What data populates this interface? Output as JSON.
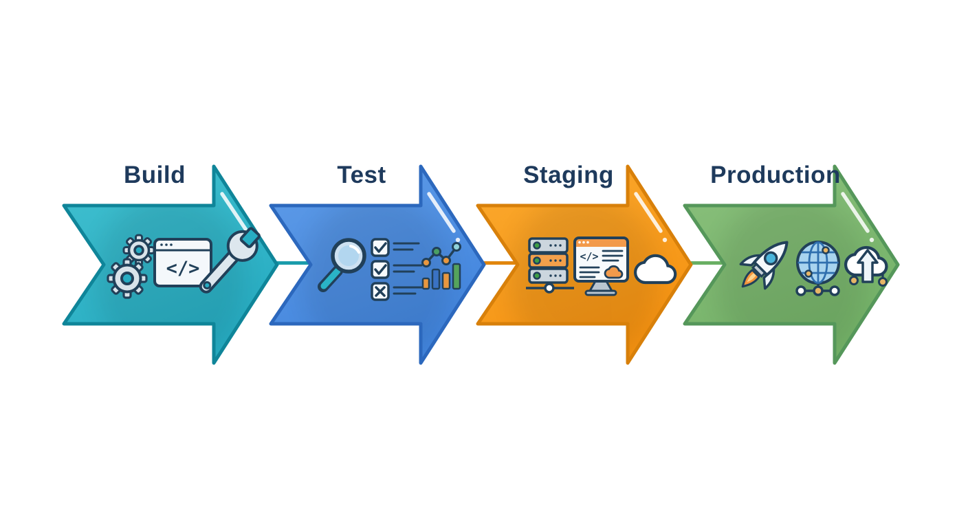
{
  "diagram": {
    "background": "#ffffff",
    "outline_color": "#214059",
    "label_color": "#1e3a5c",
    "stages": [
      {
        "label": "Build",
        "colors": {
          "fill": "#27acc2",
          "fill_light": "#41c0cf",
          "border": "#0f8599"
        },
        "icons": [
          "gears-icon",
          "code-window-icon",
          "wrench-icon"
        ],
        "code_glyph": "</>"
      },
      {
        "label": "Test",
        "colors": {
          "fill": "#4285dd",
          "fill_light": "#5f9ce8",
          "border": "#2c68bd"
        },
        "icons": [
          "magnifier-icon",
          "checklist-icon",
          "bar-chart-icon"
        ]
      },
      {
        "label": "Staging",
        "colors": {
          "fill": "#f59211",
          "fill_light": "#fbaa2f",
          "border": "#d8800a"
        },
        "icons": [
          "server-stack-icon",
          "code-monitor-icon",
          "cloud-icon"
        ],
        "code_glyph": "</>"
      },
      {
        "label": "Production",
        "colors": {
          "fill": "#74b268",
          "fill_light": "#8ac07c",
          "border": "#55975a"
        },
        "icons": [
          "rocket-icon",
          "globe-network-icon",
          "cloud-upload-icon"
        ]
      }
    ],
    "connectors": [
      {
        "color": "#1b9cab"
      },
      {
        "color": "#e1860e"
      },
      {
        "color": "#69af63"
      }
    ]
  }
}
